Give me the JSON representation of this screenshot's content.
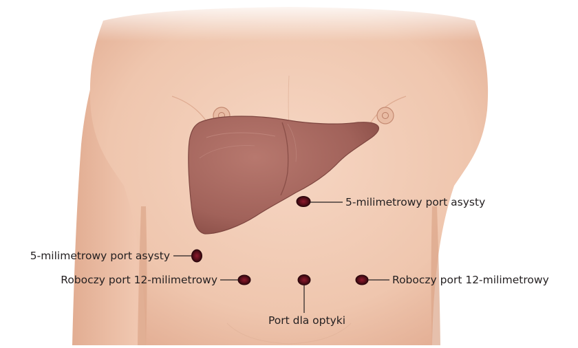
{
  "colors": {
    "skin": "#f1cbb5",
    "skin_shadow": "#e0ab91",
    "liver": "#a8685f",
    "liver_dark": "#8a4f48",
    "port_ring": "#3a0d12",
    "port_center": "#7a1526",
    "leader_line": "#231f20",
    "text": "#231f20"
  },
  "labels": {
    "assist_right": "5-milimetrowy port asysty",
    "assist_left": "5-milimetrowy port asysty",
    "working_left": "Roboczy port 12-milimetrowy",
    "working_right": "Roboczy port 12-milimetrowy",
    "optics": "Port dla optyki"
  }
}
